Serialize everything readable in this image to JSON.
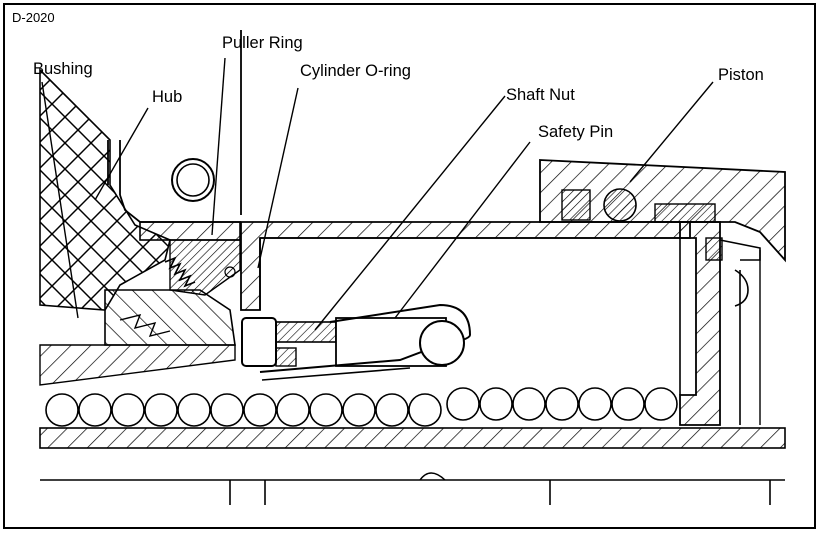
{
  "drawing_code": "D-2020",
  "labels": {
    "puller_ring": "Puller Ring",
    "bushing": "Bushing",
    "cylinder_oring": "Cylinder O-ring",
    "hub": "Hub",
    "shaft_nut": "Shaft Nut",
    "piston": "Piston",
    "safety_pin": "Safety Pin"
  },
  "ball_count_left": 12,
  "ball_count_right": 7
}
